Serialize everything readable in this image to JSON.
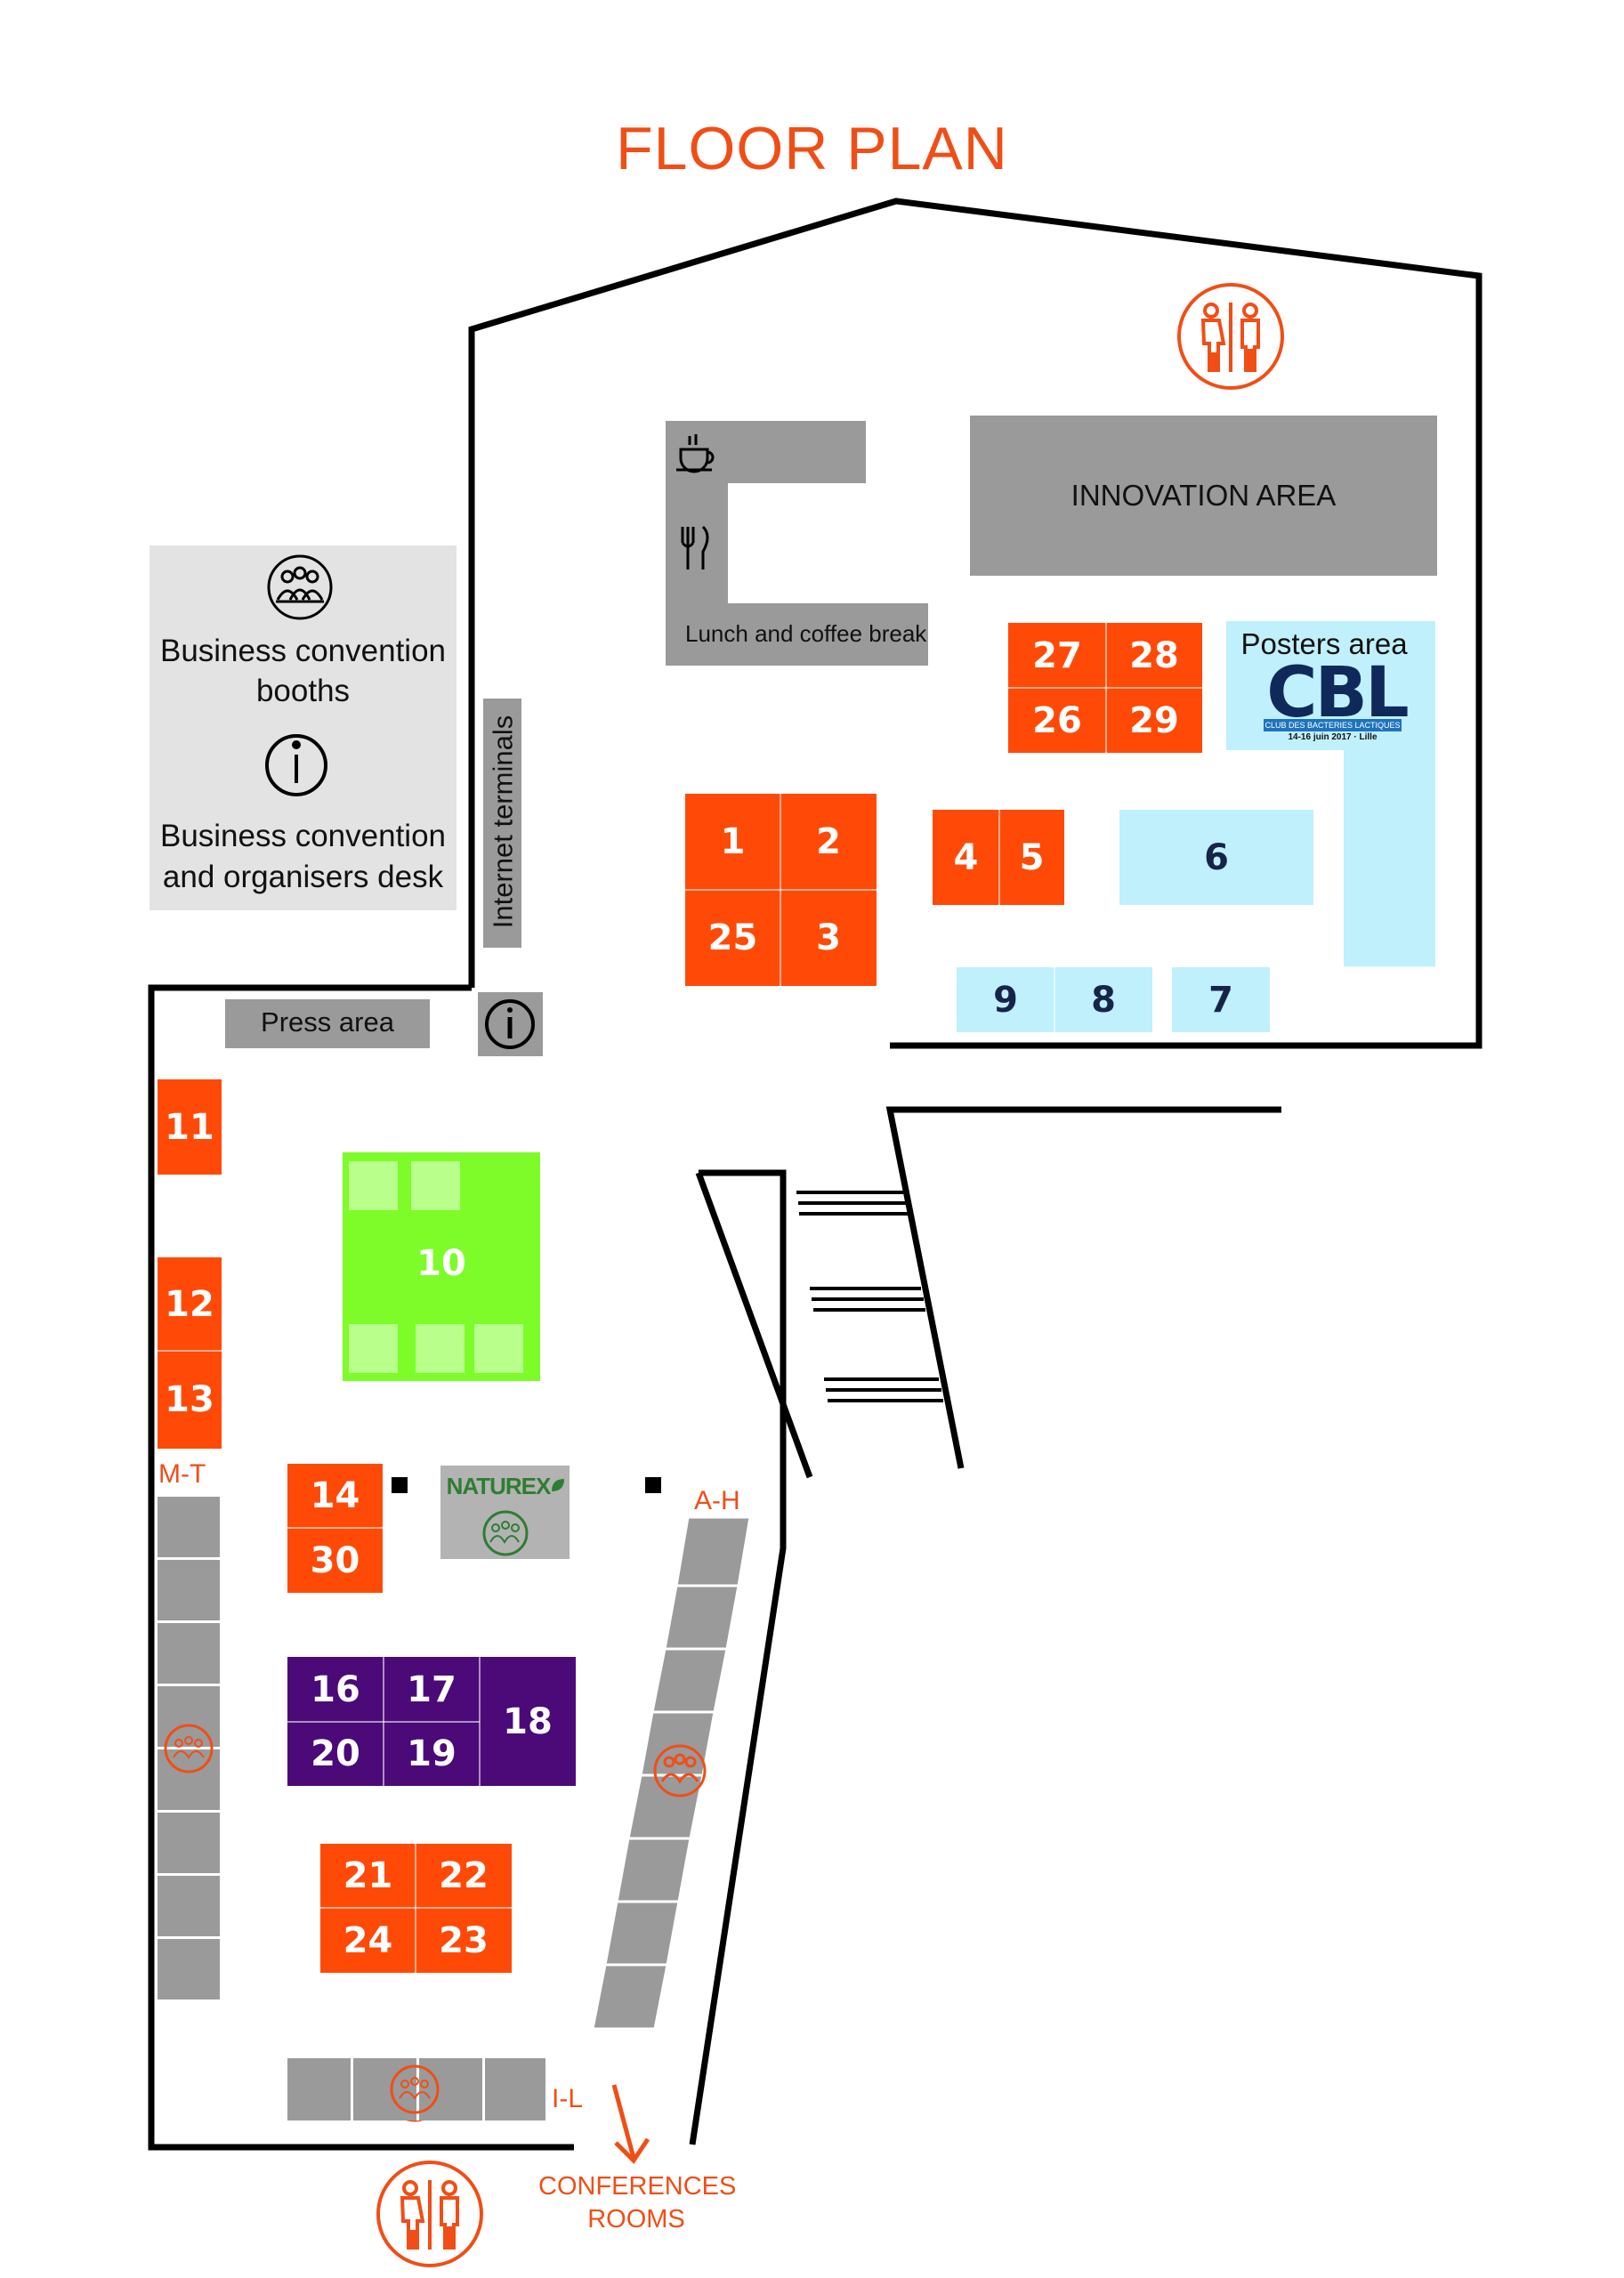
{
  "title": "FLOOR PLAN",
  "areas": {
    "innovation": "INNOVATION AREA",
    "lunch": "Lunch and coffee break",
    "posters": "Posters area",
    "internet": "Internet terminals",
    "press": "Press area",
    "conferences_line1": "CONFERENCES",
    "conferences_line2": "ROOMS"
  },
  "legend": {
    "booths_line1": "Business convention",
    "booths_line2": "booths",
    "desk_line1": "Business convention",
    "desk_line2": "and organisers desk"
  },
  "cbl": {
    "logo": "CBL",
    "subtitle": "CLUB DES BACTERIES LACTIQUES",
    "dates": "14-16 juin 2017 · Lille"
  },
  "naturex": "NATUREX",
  "zones": {
    "mt": "M-T",
    "ah": "A-H",
    "il": "I-L"
  },
  "booths": {
    "b1": "1",
    "b2": "2",
    "b3": "3",
    "b4": "4",
    "b5": "5",
    "b6": "6",
    "b7": "7",
    "b8": "8",
    "b9": "9",
    "b10": "10",
    "b11": "11",
    "b12": "12",
    "b13": "13",
    "b14": "14",
    "b16": "16",
    "b17": "17",
    "b18": "18",
    "b19": "19",
    "b20": "20",
    "b21": "21",
    "b22": "22",
    "b23": "23",
    "b24": "24",
    "b25": "25",
    "b26": "26",
    "b27": "27",
    "b28": "28",
    "b29": "29",
    "b30": "30"
  },
  "colors": {
    "accent": "#f04e16",
    "exhibitor_booth": "#ff4a07",
    "purple_booth": "#4b0a78",
    "poster_area": "#bff0fb",
    "green_booth": "#7dfc2a",
    "service_area": "#9a9a9a"
  },
  "icons": [
    "restroom-icon",
    "coffee-cup-icon",
    "fork-knife-icon",
    "meeting-group-icon",
    "info-icon",
    "arrow-down-icon"
  ]
}
